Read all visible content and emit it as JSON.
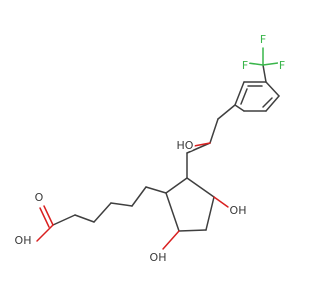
{
  "molecule": {
    "type": "skeletal-structure",
    "labels": {
      "hydroxyl_side_chain": "HO",
      "hydroxyl_ring_upper": "OH",
      "hydroxyl_ring_lower": "OH",
      "carboxyl_carbonyl": "O",
      "carboxyl_hydroxyl": "OH",
      "fluorine_top": "F",
      "fluorine_left": "F",
      "fluorine_right": "F"
    },
    "colors": {
      "bond": "#3f3f3f",
      "oxygen_bond": "#d92020",
      "fluorine": "#39b54a",
      "background": "#ffffff"
    }
  }
}
